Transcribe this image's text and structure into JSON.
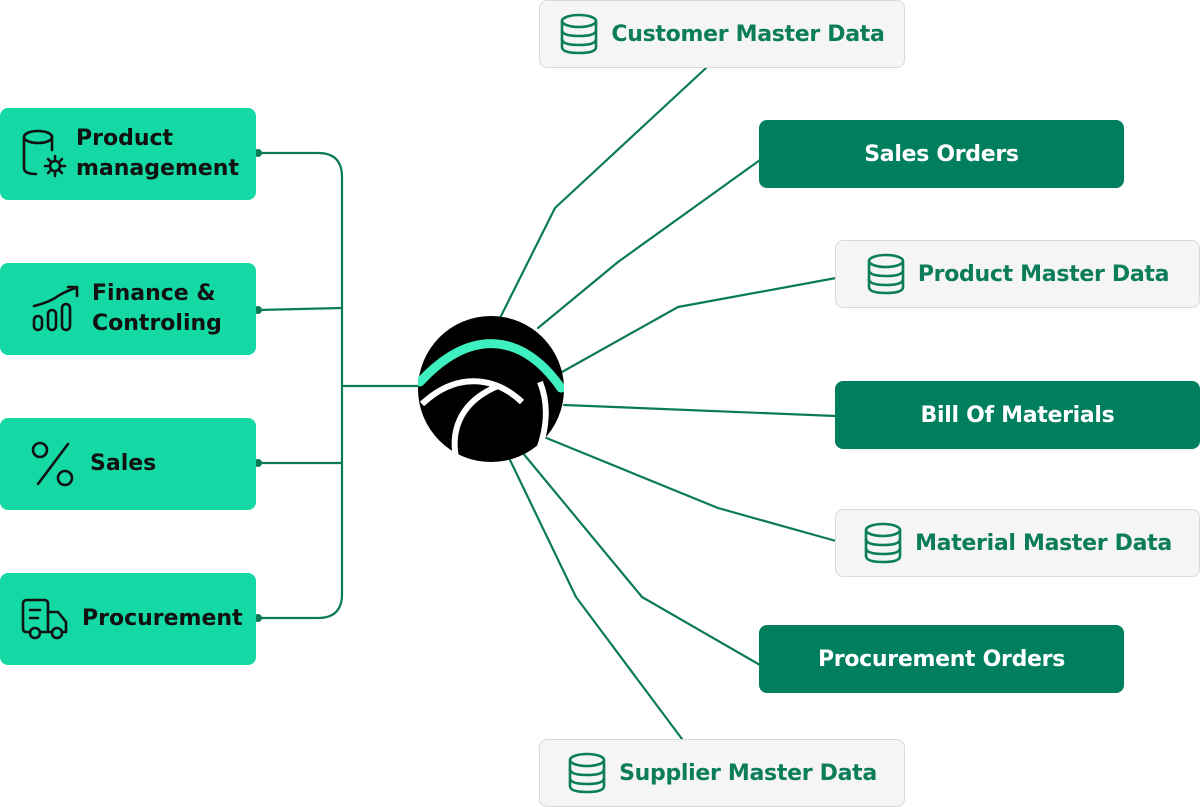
{
  "colors": {
    "left_fill": "#14d9a4",
    "wire": "#0b7a57",
    "dark_fill": "#007f5f",
    "light_fill": "#f4f5f4",
    "light_text": "#0b7d5a",
    "hub": "#000000",
    "hub_accent": "#3ef0bf"
  },
  "left_modules": [
    {
      "label_line1": "Product",
      "label_line2": "management",
      "icon": "database-gear-icon"
    },
    {
      "label_line1": "Finance &",
      "label_line2": "Controling",
      "icon": "growth-chart-icon"
    },
    {
      "label_line1": "Sales",
      "label_line2": "",
      "icon": "percent-icon"
    },
    {
      "label_line1": "Procurement",
      "label_line2": "",
      "icon": "delivery-truck-icon"
    }
  ],
  "hub": {
    "icon": "globe-hub-icon"
  },
  "right_items": [
    {
      "label": "Customer Master Data",
      "style": "light",
      "icon": "database-icon"
    },
    {
      "label": "Sales Orders",
      "style": "dark",
      "icon": ""
    },
    {
      "label": "Product Master Data",
      "style": "light",
      "icon": "database-icon"
    },
    {
      "label": "Bill Of Materials",
      "style": "dark",
      "icon": ""
    },
    {
      "label": "Material Master Data",
      "style": "light",
      "icon": "database-icon"
    },
    {
      "label": "Procurement Orders",
      "style": "dark",
      "icon": ""
    },
    {
      "label": "Supplier Master Data",
      "style": "light",
      "icon": "database-icon"
    }
  ]
}
